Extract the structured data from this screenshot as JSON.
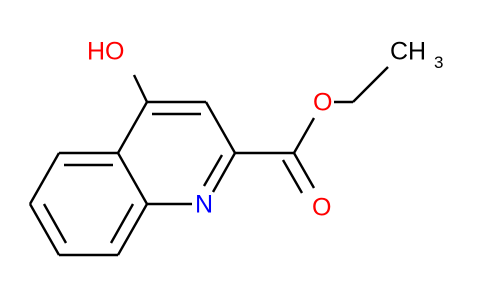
{
  "molecule": {
    "labels": {
      "hydroxyl": "HO",
      "ring_nitrogen": "N",
      "ester_oxygen": "O",
      "carbonyl_oxygen": "O",
      "methyl": "CH",
      "methyl_subscript": "3"
    },
    "colors": {
      "bond": "#000000",
      "oxygen": "#ff0000",
      "nitrogen": "#0000ff",
      "carbon": "#000000"
    }
  }
}
